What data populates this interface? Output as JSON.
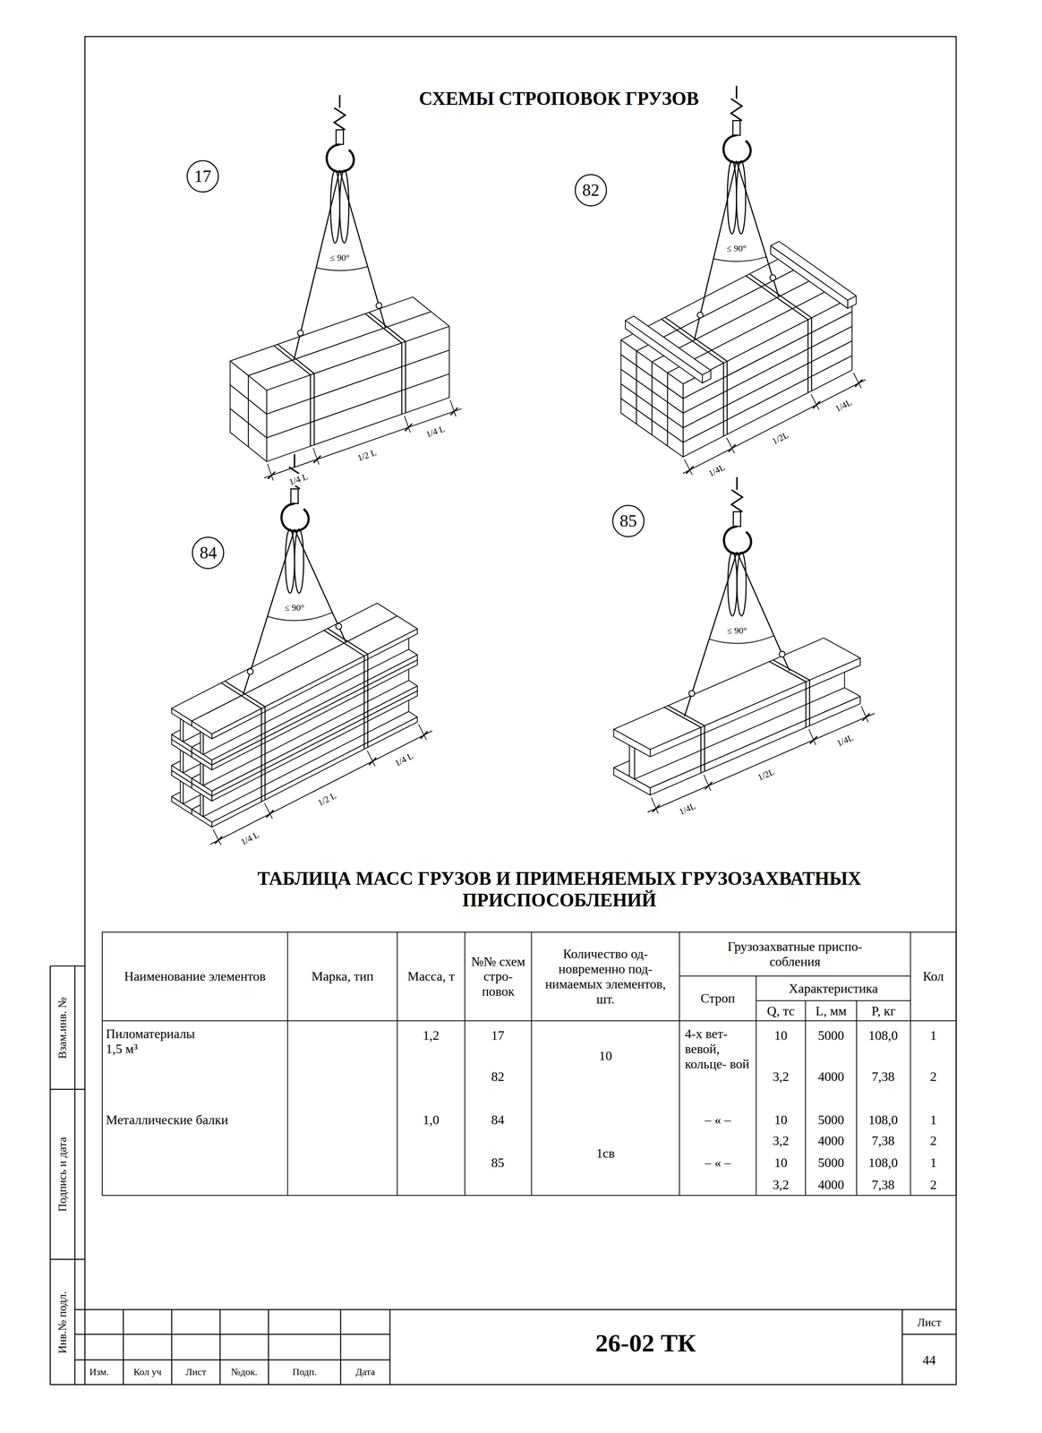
{
  "diagram": {
    "title": "СХЕМЫ СТРОПОВОК ГРУЗОВ",
    "nodes": [
      {
        "text": [
          "17"
        ]
      },
      {
        "text": [
          "82"
        ]
      },
      {
        "text": [
          "84"
        ]
      },
      {
        "text": [
          "85"
        ]
      }
    ],
    "labels": [
      "≤ 90°",
      "1/4 L",
      "1/2 L",
      "1/4 L",
      "≤ 90°",
      "1/4L",
      "1/2L",
      "1/4L",
      "≤ 90°",
      "1/4 L",
      "1/2 L",
      "1/4 L",
      "≤ 90°",
      "1/4L",
      "1/2L",
      "1/4L",
      "ТАБЛИЦА МАСС ГРУЗОВ И ПРИМЕНЯЕМЫХ ГРУЗОЗАХВАТНЫХ ПРИСПОСОБЛЕНИЙ",
      "Наименование элементов",
      "Марка, тип",
      "Масса, т",
      "№№ схем стро- повок",
      "Количество од- новременно под- нимаемых элементов, шт.",
      "Грузозахватные приспо- собления",
      "Кол",
      "Строп",
      "Характеристика",
      "Q, тс",
      "L, мм",
      "P, кг",
      "Пиломатериалы 1,5 м³",
      "1,2",
      "17",
      "10",
      "82",
      "4-х вет- вевой, кольце- вой",
      "10",
      "5000",
      "108,0",
      "1",
      "3,2",
      "4000",
      "7,38",
      "2",
      "Металлические балки",
      "1,0",
      "84",
      "– « –",
      "10",
      "5000",
      "108,0",
      "1",
      "3,2",
      "4000",
      "7,38",
      "2",
      "1св",
      "85",
      "– « –",
      "10",
      "5000",
      "108,0",
      "1",
      "3,2",
      "4000",
      "7,38",
      "2",
      "Взам.инв. №",
      "Подпись и дата",
      "Инв.№ подл.",
      "Изм.",
      "Кол уч",
      "Лист",
      "№док.",
      "Подп.",
      "Дата",
      "26-02 ТК",
      "Лист",
      "44"
    ]
  }
}
